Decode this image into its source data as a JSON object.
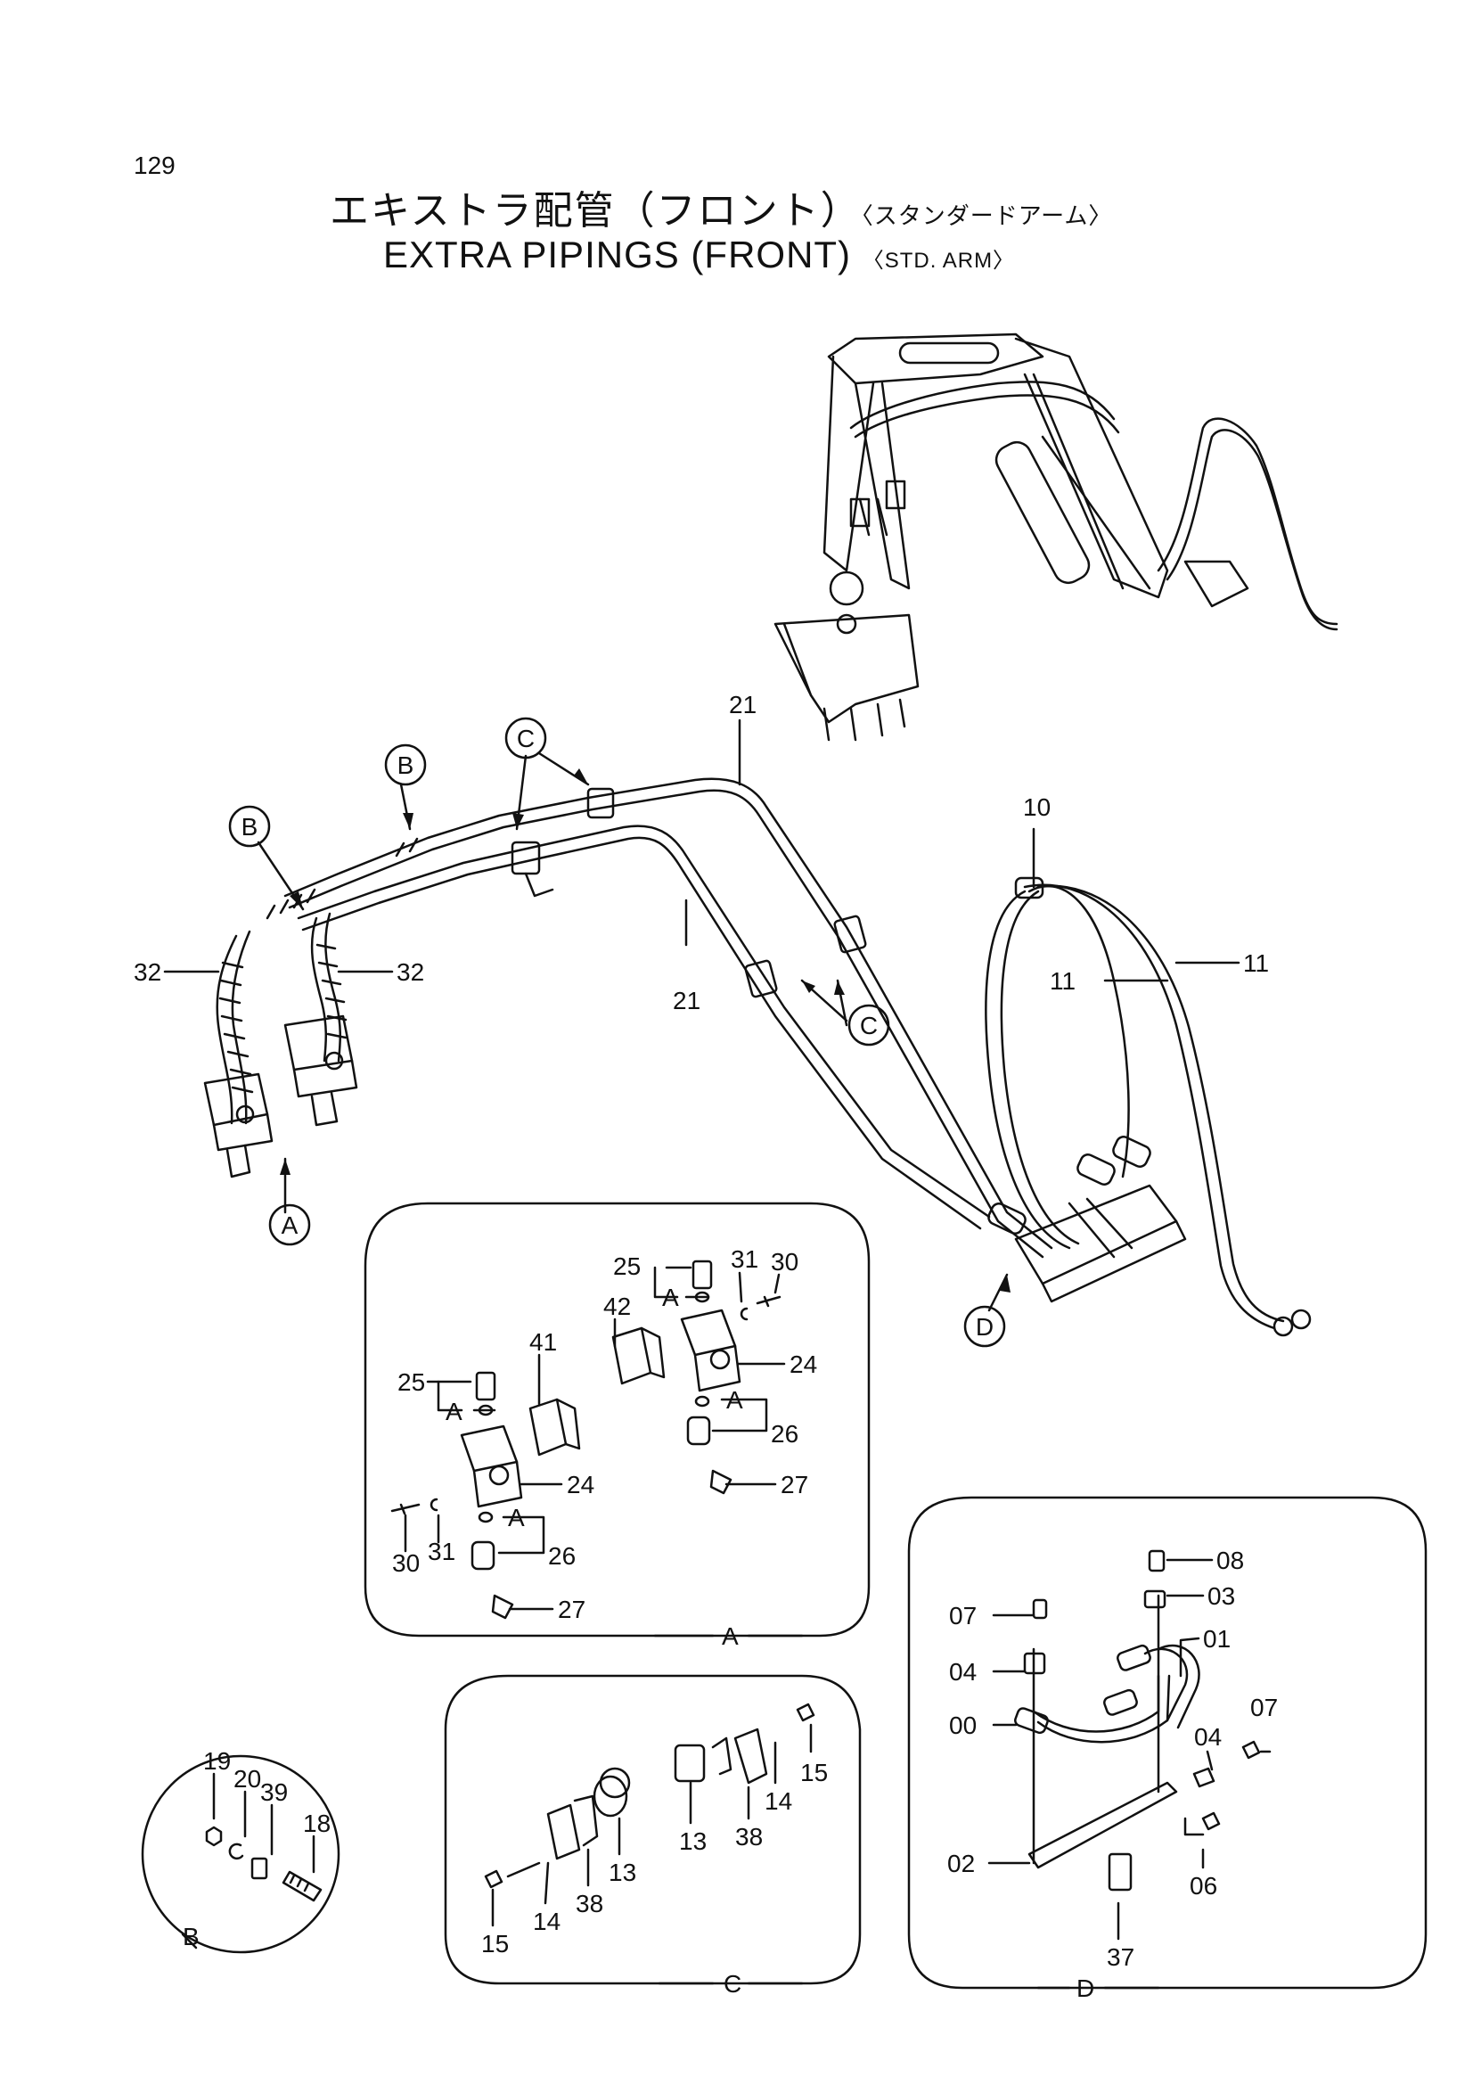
{
  "page_number": "129",
  "title_jp": "エキストラ配管（フロント）",
  "title_jp_sub": "〈スタンダードアーム〉",
  "title_en": "EXTRA PIPINGS (FRONT)",
  "title_en_sub": "〈STD. ARM〉",
  "view_markers": {
    "A": "A",
    "B": "B",
    "C": "C",
    "D": "D"
  },
  "main_labels": [
    "21",
    "21",
    "10",
    "11",
    "11",
    "32",
    "32"
  ],
  "detail_a_labels": [
    "25",
    "A",
    "31",
    "30",
    "42",
    "24",
    "26",
    "A",
    "27",
    "41",
    "25",
    "A",
    "24",
    "30",
    "31",
    "A",
    "26",
    "27"
  ],
  "detail_b_labels": [
    "19",
    "20",
    "39",
    "18"
  ],
  "detail_c_labels": [
    "15",
    "14",
    "38",
    "13",
    "13",
    "38",
    "14",
    "15"
  ],
  "detail_d_labels": [
    "08",
    "03",
    "07",
    "01",
    "04",
    "00",
    "07",
    "04",
    "02",
    "06",
    "37"
  ]
}
